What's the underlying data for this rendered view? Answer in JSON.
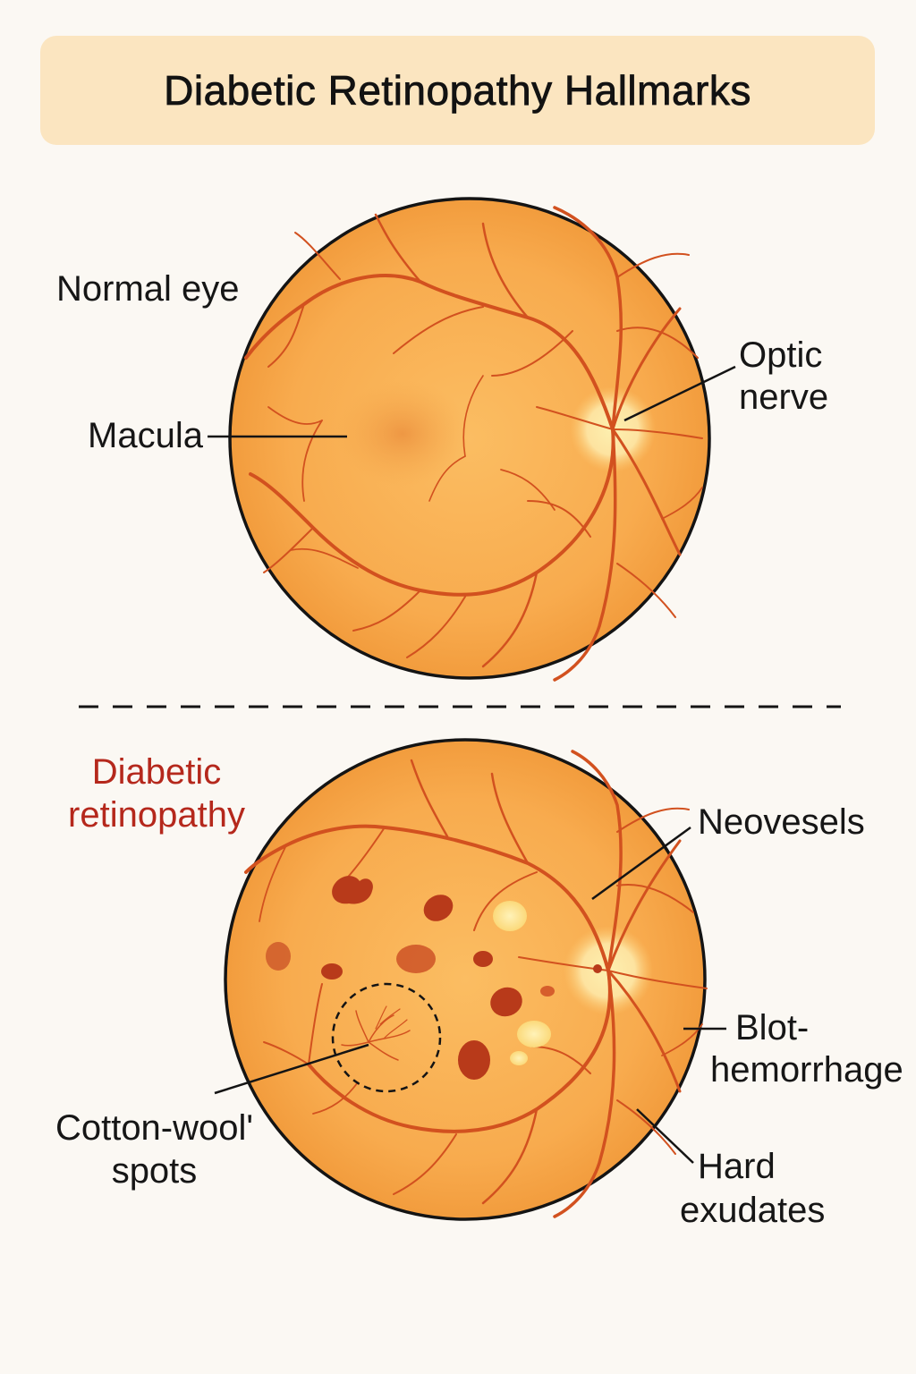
{
  "title": "Diabetic Retinopathy Hallmarks",
  "normal": {
    "section_label": "Normal eye",
    "macula_label": "Macula",
    "optic_nerve_label": [
      "Optic",
      "nerve"
    ]
  },
  "diabetic": {
    "section_label": [
      "Diabetic",
      "retinopathy"
    ],
    "neovessels_label": "Neovesels",
    "blot_label": [
      "Blot-",
      "hemorrhage"
    ],
    "hard_exudates_label": [
      "Hard",
      "exudates"
    ],
    "cotton_wool_label": [
      "Cotton-wool'",
      "spots"
    ]
  },
  "colors": {
    "background": "#fbf8f3",
    "title_band": "#fbe5c0",
    "fundus": "#f7a84c",
    "vessel": "#d2511f",
    "hemorrhage": "#b83a1a",
    "exudate": "#fbe08c",
    "diabetic_label": "#b5281c"
  }
}
